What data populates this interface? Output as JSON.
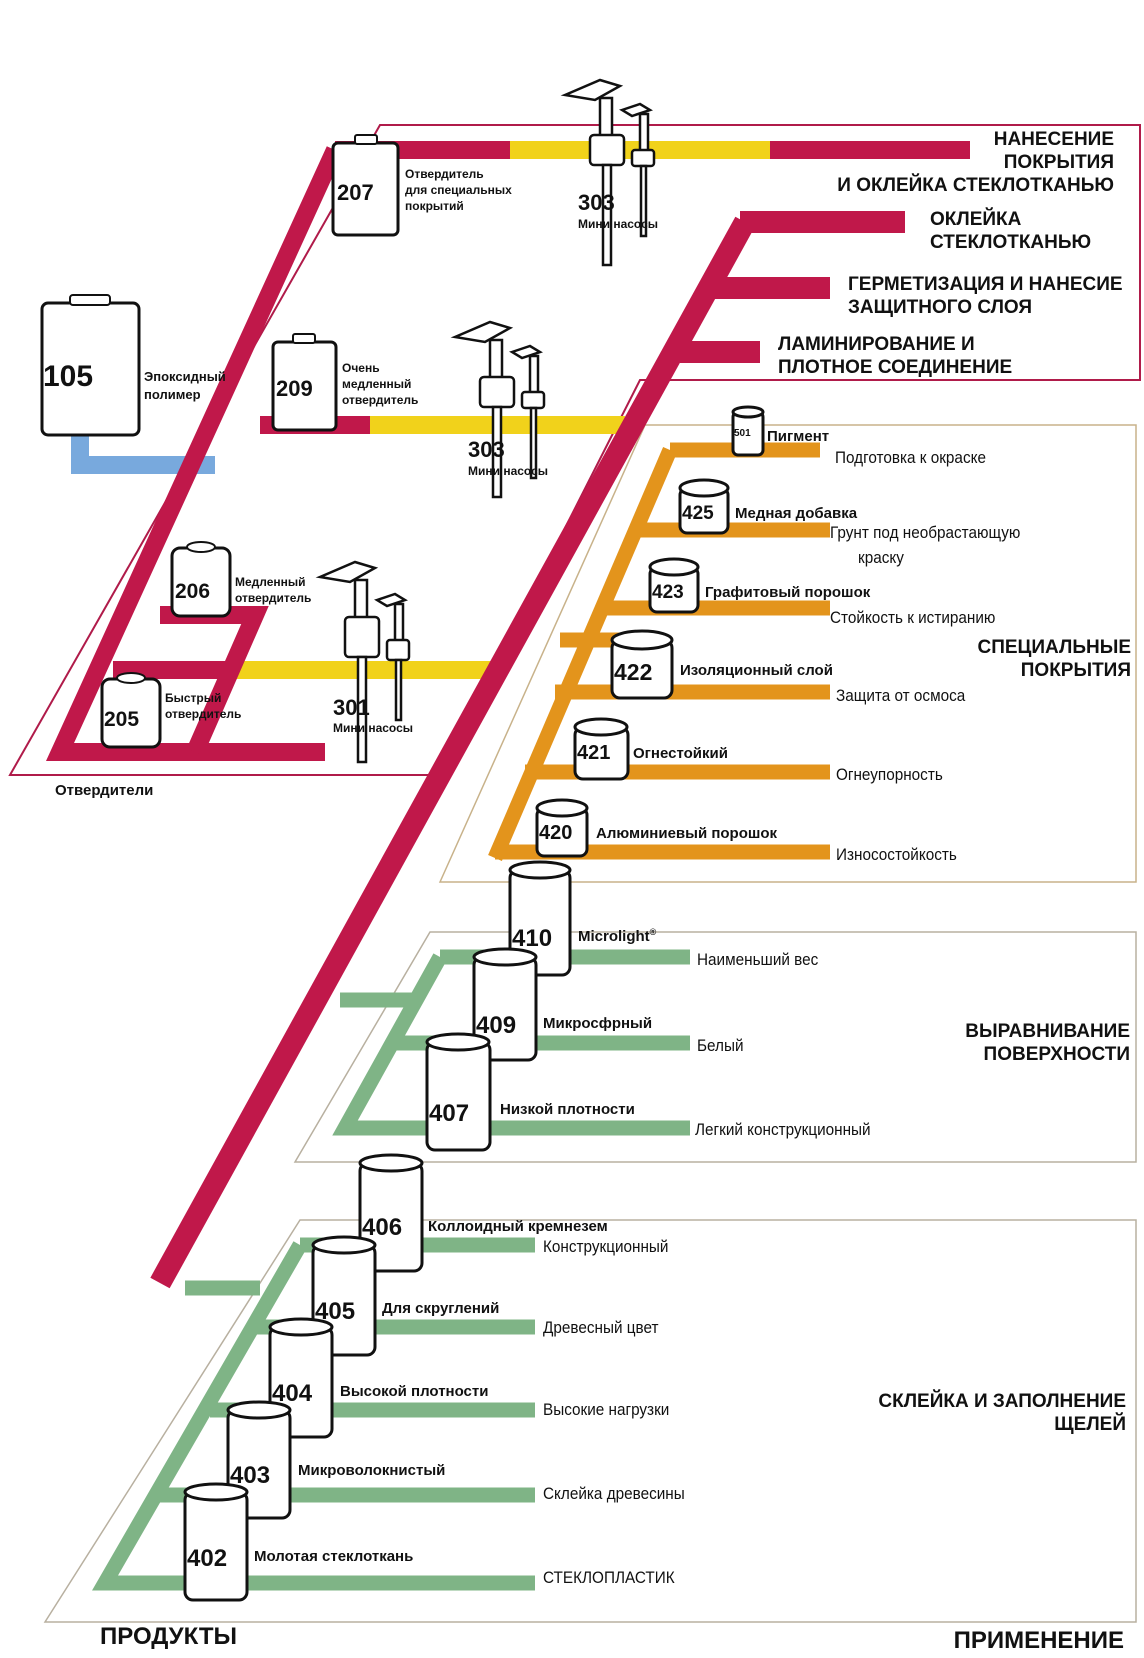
{
  "colors": {
    "epoxy": "#d3124a",
    "hardener_box": "#d3124a",
    "pump": "#f1d21b",
    "resin_blue": "#78a9dd",
    "orange": "#e3941c",
    "green": "#7fb486",
    "frame": "#b01b4a",
    "panel_border": "#b8a680"
  },
  "footer": {
    "products": "ПРОДУКТЫ",
    "applications": "ПРИМЕНЕНИЕ"
  },
  "hardeners": {
    "section_label": "Отвердители",
    "resin": {
      "code": "105",
      "name_line1": "Эпоксидный",
      "name_line2": "полимер"
    },
    "items": [
      {
        "code": "207",
        "line1": "Отвердитель",
        "line2": "для специальных",
        "line3": "покрытий"
      },
      {
        "code": "209",
        "line1": "Очень",
        "line2": "медленный",
        "line3": "отвердитель"
      },
      {
        "code": "206",
        "line1": "Медленный",
        "line2": "отвердитель"
      },
      {
        "code": "205",
        "line1": "Быстрый",
        "line2": "отвердитель"
      }
    ],
    "pumps": [
      {
        "code": "303",
        "label": "Мини насосы"
      },
      {
        "code": "303",
        "label": "Мини насосы"
      },
      {
        "code": "301",
        "label": "Мини насосы"
      }
    ]
  },
  "applications_top": [
    {
      "line1": "НАНЕСЕНИЕ",
      "line2": "ПОКРЫТИЯ",
      "line3": "И ОКЛЕЙКА СТЕКЛОТКАНЬЮ"
    },
    {
      "line1": "ОКЛЕЙКА",
      "line2": "СТЕКЛОТКАНЬЮ"
    },
    {
      "line1": "ГЕРМЕТИЗАЦИЯ И НАНЕСИЕ",
      "line2": "ЗАЩИТНОГО СЛОЯ"
    },
    {
      "line1": "ЛАМИНИРОВАНИЕ И",
      "line2": "ПЛОТНОЕ СОЕДИНЕНИЕ"
    }
  ],
  "special_coatings": {
    "title_line1": "СПЕЦИАЛЬНЫЕ",
    "title_line2": "ПОКРЫТИЯ",
    "items": [
      {
        "code": "501",
        "name": "Пигмент",
        "use": "Подготовка к окраске"
      },
      {
        "code": "425",
        "name": "Медная добавка",
        "use": "Грунт под необрастающую",
        "use2": "краску"
      },
      {
        "code": "423",
        "name": "Графитовый порошок",
        "use": "Стойкость к истиранию"
      },
      {
        "code": "422",
        "name": "Изоляционный слой",
        "use": "Защита от осмоса"
      },
      {
        "code": "421",
        "name": "Огнестойкий",
        "use": "Огнеупорность"
      },
      {
        "code": "420",
        "name": "Алюминиевый порошок",
        "use": "Износостойкость"
      }
    ]
  },
  "leveling": {
    "title_line1": "ВЫРАВНИВАНИЕ",
    "title_line2": "ПОВЕРХНОСТИ",
    "items": [
      {
        "code": "410",
        "name": "Microlight",
        "mark": "®",
        "use": "Наименьший вес"
      },
      {
        "code": "409",
        "name": "Микросфрный",
        "use": "Белый"
      },
      {
        "code": "407",
        "name": "Низкой плотности",
        "use": "Легкий конструкционный"
      }
    ]
  },
  "bonding": {
    "title_line1": "СКЛЕЙКА И ЗАПОЛНЕНИЕ",
    "title_line2": "ЩЕЛЕЙ",
    "items": [
      {
        "code": "406",
        "name": "Коллоидный кремнезем",
        "use": "Конструкционный"
      },
      {
        "code": "405",
        "name": "Для скруглений",
        "use": "Древесный цвет"
      },
      {
        "code": "404",
        "name": "Высокой плотности",
        "use": "Высокие нагрузки"
      },
      {
        "code": "403",
        "name": "Микроволокнистый",
        "use": "Склейка древесины"
      },
      {
        "code": "402",
        "name": "Молотая стеклоткань",
        "use": "СТЕКЛОПЛАСТИК"
      }
    ]
  }
}
